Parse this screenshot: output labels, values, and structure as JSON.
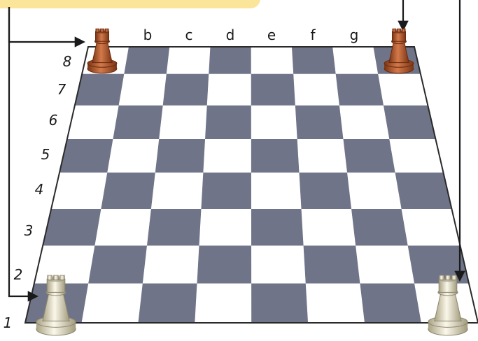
{
  "board": {
    "files": [
      "b",
      "c",
      "d",
      "e",
      "f",
      "g"
    ],
    "ranks": [
      "8",
      "7",
      "6",
      "5",
      "4",
      "3",
      "2",
      "1"
    ],
    "colors": {
      "dark_square": "#6f7488",
      "light_square": "#ffffff",
      "board_edge": "#2a2a2a",
      "arrow": "#1a1a1a",
      "note_background": "#fbe59a",
      "dark_piece": "#b3552c",
      "light_piece": "#e9e3c8"
    }
  },
  "note": {
    "text": ""
  },
  "pieces": [
    {
      "id": "rook-a8",
      "type": "rook",
      "color": "dark",
      "square": "a8",
      "icon": "rook-icon"
    },
    {
      "id": "rook-h8",
      "type": "rook",
      "color": "dark",
      "square": "h8",
      "icon": "rook-icon"
    },
    {
      "id": "rook-a1",
      "type": "rook",
      "color": "light",
      "square": "a1",
      "icon": "rook-icon"
    },
    {
      "id": "rook-h1",
      "type": "rook",
      "color": "light",
      "square": "h1",
      "icon": "rook-icon"
    }
  ],
  "arrows": [
    {
      "from": "note",
      "to": "rook-a8"
    },
    {
      "from": "note",
      "to": "rook-a1"
    },
    {
      "from": "note",
      "to": "rook-h8"
    },
    {
      "from": "note",
      "to": "rook-h1"
    }
  ]
}
